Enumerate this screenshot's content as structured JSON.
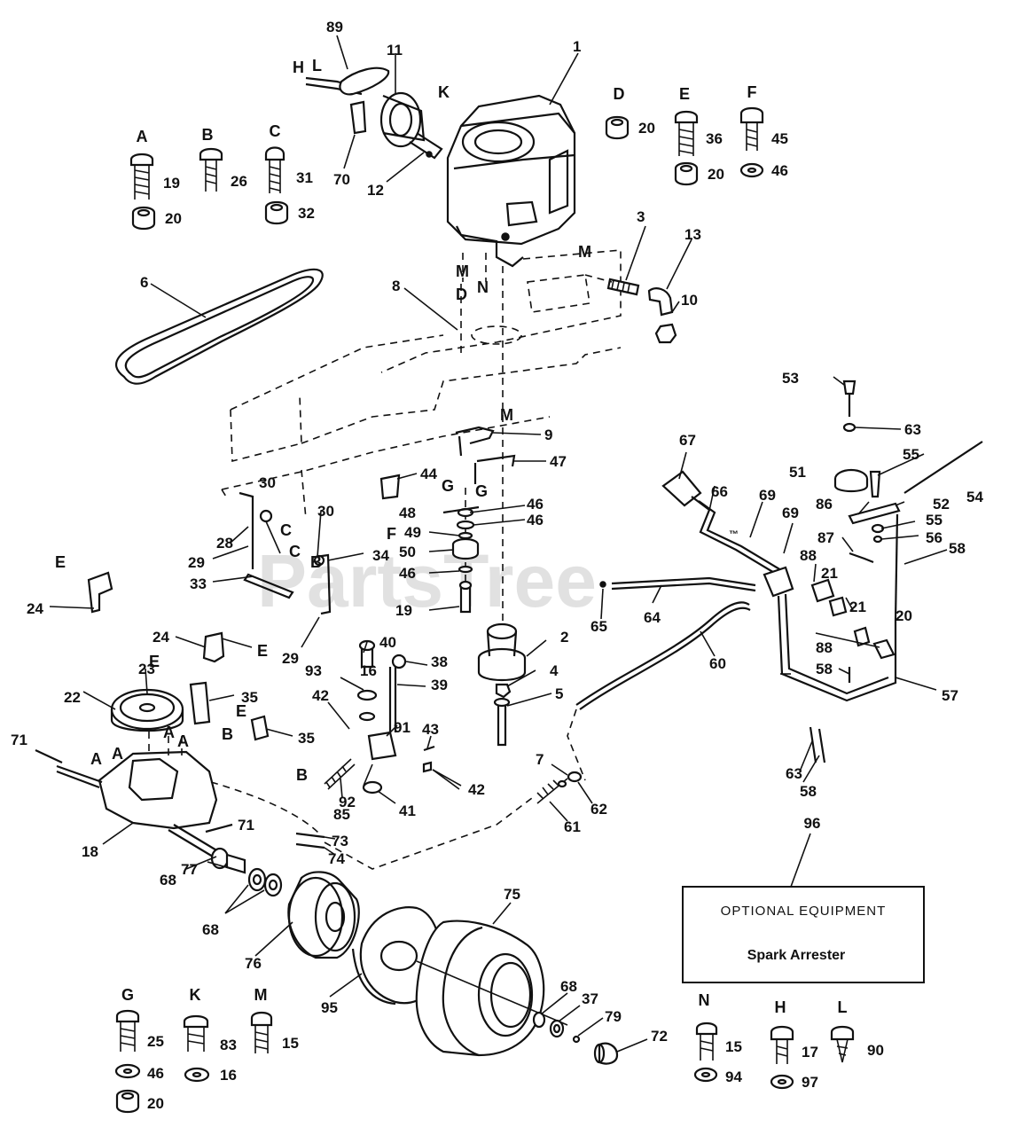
{
  "watermark": "PartsTree",
  "watermark_tm": "™",
  "optional_box": {
    "title": "OPTIONAL EQUIPMENT",
    "item": "Spark Arrester",
    "ref": "96"
  },
  "hardware_sets": [
    {
      "letter": "A",
      "parts": [
        "19",
        "20"
      ]
    },
    {
      "letter": "B",
      "parts": [
        "26"
      ]
    },
    {
      "letter": "C",
      "parts": [
        "31",
        "32"
      ]
    },
    {
      "letter": "D",
      "parts": [
        "20"
      ]
    },
    {
      "letter": "E",
      "parts": [
        "36",
        "20"
      ]
    },
    {
      "letter": "F",
      "parts": [
        "45",
        "46"
      ]
    },
    {
      "letter": "G",
      "parts": [
        "25",
        "46",
        "20"
      ]
    },
    {
      "letter": "K",
      "parts": [
        "83",
        "16"
      ]
    },
    {
      "letter": "M",
      "parts": [
        "15"
      ]
    },
    {
      "letter": "N",
      "parts": [
        "15",
        "94"
      ]
    },
    {
      "letter": "H",
      "parts": [
        "17",
        "97"
      ]
    },
    {
      "letter": "L",
      "parts": [
        "90"
      ]
    }
  ],
  "callouts": [
    "1",
    "2",
    "3",
    "4",
    "5",
    "6",
    "7",
    "8",
    "9",
    "10",
    "11",
    "12",
    "13",
    "16",
    "18",
    "19",
    "20",
    "21",
    "21",
    "22",
    "23",
    "24",
    "24",
    "28",
    "29",
    "29",
    "30",
    "30",
    "33",
    "34",
    "35",
    "35",
    "37",
    "38",
    "39",
    "40",
    "41",
    "42",
    "42",
    "43",
    "44",
    "46",
    "46",
    "46",
    "47",
    "48",
    "49",
    "50",
    "51",
    "52",
    "53",
    "54",
    "55",
    "55",
    "56",
    "57",
    "58",
    "58",
    "58",
    "60",
    "61",
    "62",
    "63",
    "63",
    "64",
    "65",
    "66",
    "67",
    "68",
    "68",
    "68",
    "69",
    "69",
    "70",
    "71",
    "71",
    "72",
    "73",
    "74",
    "75",
    "76",
    "77",
    "79",
    "85",
    "86",
    "87",
    "88",
    "88",
    "89",
    "91",
    "92",
    "93",
    "95"
  ],
  "ref_letters": [
    "H",
    "L",
    "K",
    "M",
    "M",
    "M",
    "N",
    "D",
    "G",
    "G",
    "F",
    "C",
    "C",
    "E",
    "E",
    "E",
    "E",
    "B",
    "B",
    "B",
    "A",
    "A",
    "A",
    "A"
  ]
}
